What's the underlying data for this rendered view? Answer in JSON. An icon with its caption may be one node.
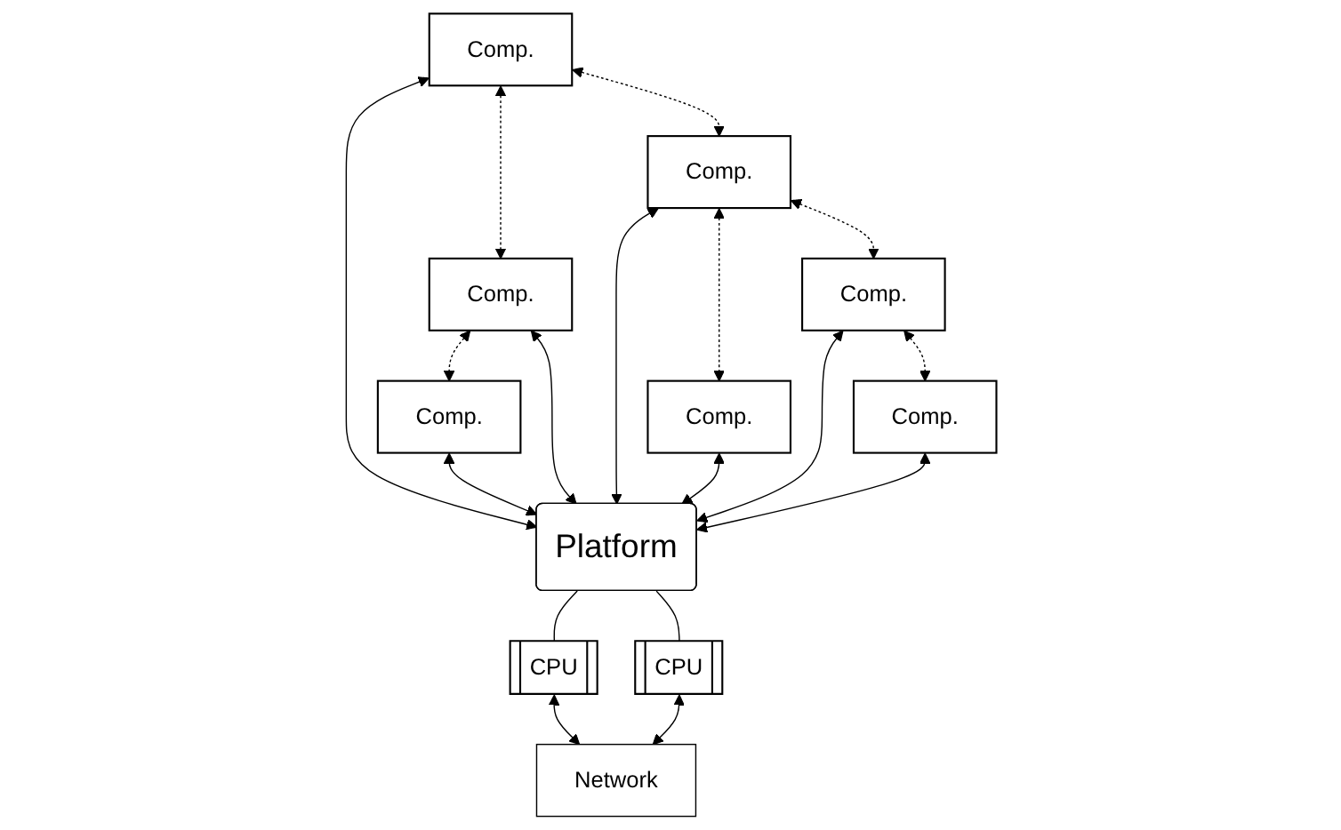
{
  "diagram": {
    "nodes": [
      {
        "text": [
          "Comp."
        ]
      },
      {
        "text": [
          "Comp."
        ]
      },
      {
        "text": [
          "Comp."
        ]
      },
      {
        "text": [
          "Comp."
        ]
      },
      {
        "text": [
          "Comp."
        ]
      },
      {
        "text": [
          "Comp."
        ]
      },
      {
        "text": [
          "Comp."
        ]
      },
      {
        "text": [
          "Platform"
        ]
      },
      {
        "text": [
          "CPU"
        ]
      },
      {
        "text": [
          "CPU"
        ]
      },
      {
        "text": [
          "Network"
        ]
      }
    ],
    "edges": [
      {
        "from": 0,
        "to": 2,
        "arrow": "both",
        "style": "dashed"
      },
      {
        "from": 2,
        "to": 1,
        "arrow": "both",
        "style": "dashed"
      },
      {
        "from": 0,
        "to": 3,
        "arrow": "both",
        "style": "dashed"
      },
      {
        "from": 3,
        "to": 4,
        "arrow": "both",
        "style": "dashed"
      },
      {
        "from": 3,
        "to": 5,
        "arrow": "both",
        "style": "dashed"
      },
      {
        "from": 5,
        "to": 6,
        "arrow": "both",
        "style": "dashed"
      },
      {
        "from": 0,
        "to": 7,
        "arrow": "both"
      },
      {
        "from": 1,
        "to": 7,
        "arrow": "both"
      },
      {
        "from": 2,
        "to": 7,
        "arrow": "both"
      },
      {
        "from": 3,
        "to": 7,
        "arrow": "both"
      },
      {
        "from": 4,
        "to": 7,
        "arrow": "both"
      },
      {
        "from": 5,
        "to": 7,
        "arrow": "both"
      },
      {
        "from": 6,
        "to": 7,
        "arrow": "both"
      },
      {
        "from": 7,
        "to": 8,
        "arrow": "none"
      },
      {
        "from": 7,
        "to": 9,
        "arrow": "none"
      },
      {
        "from": 8,
        "to": 10,
        "arrow": "both"
      },
      {
        "from": 9,
        "to": 10,
        "arrow": "both"
      }
    ]
  }
}
